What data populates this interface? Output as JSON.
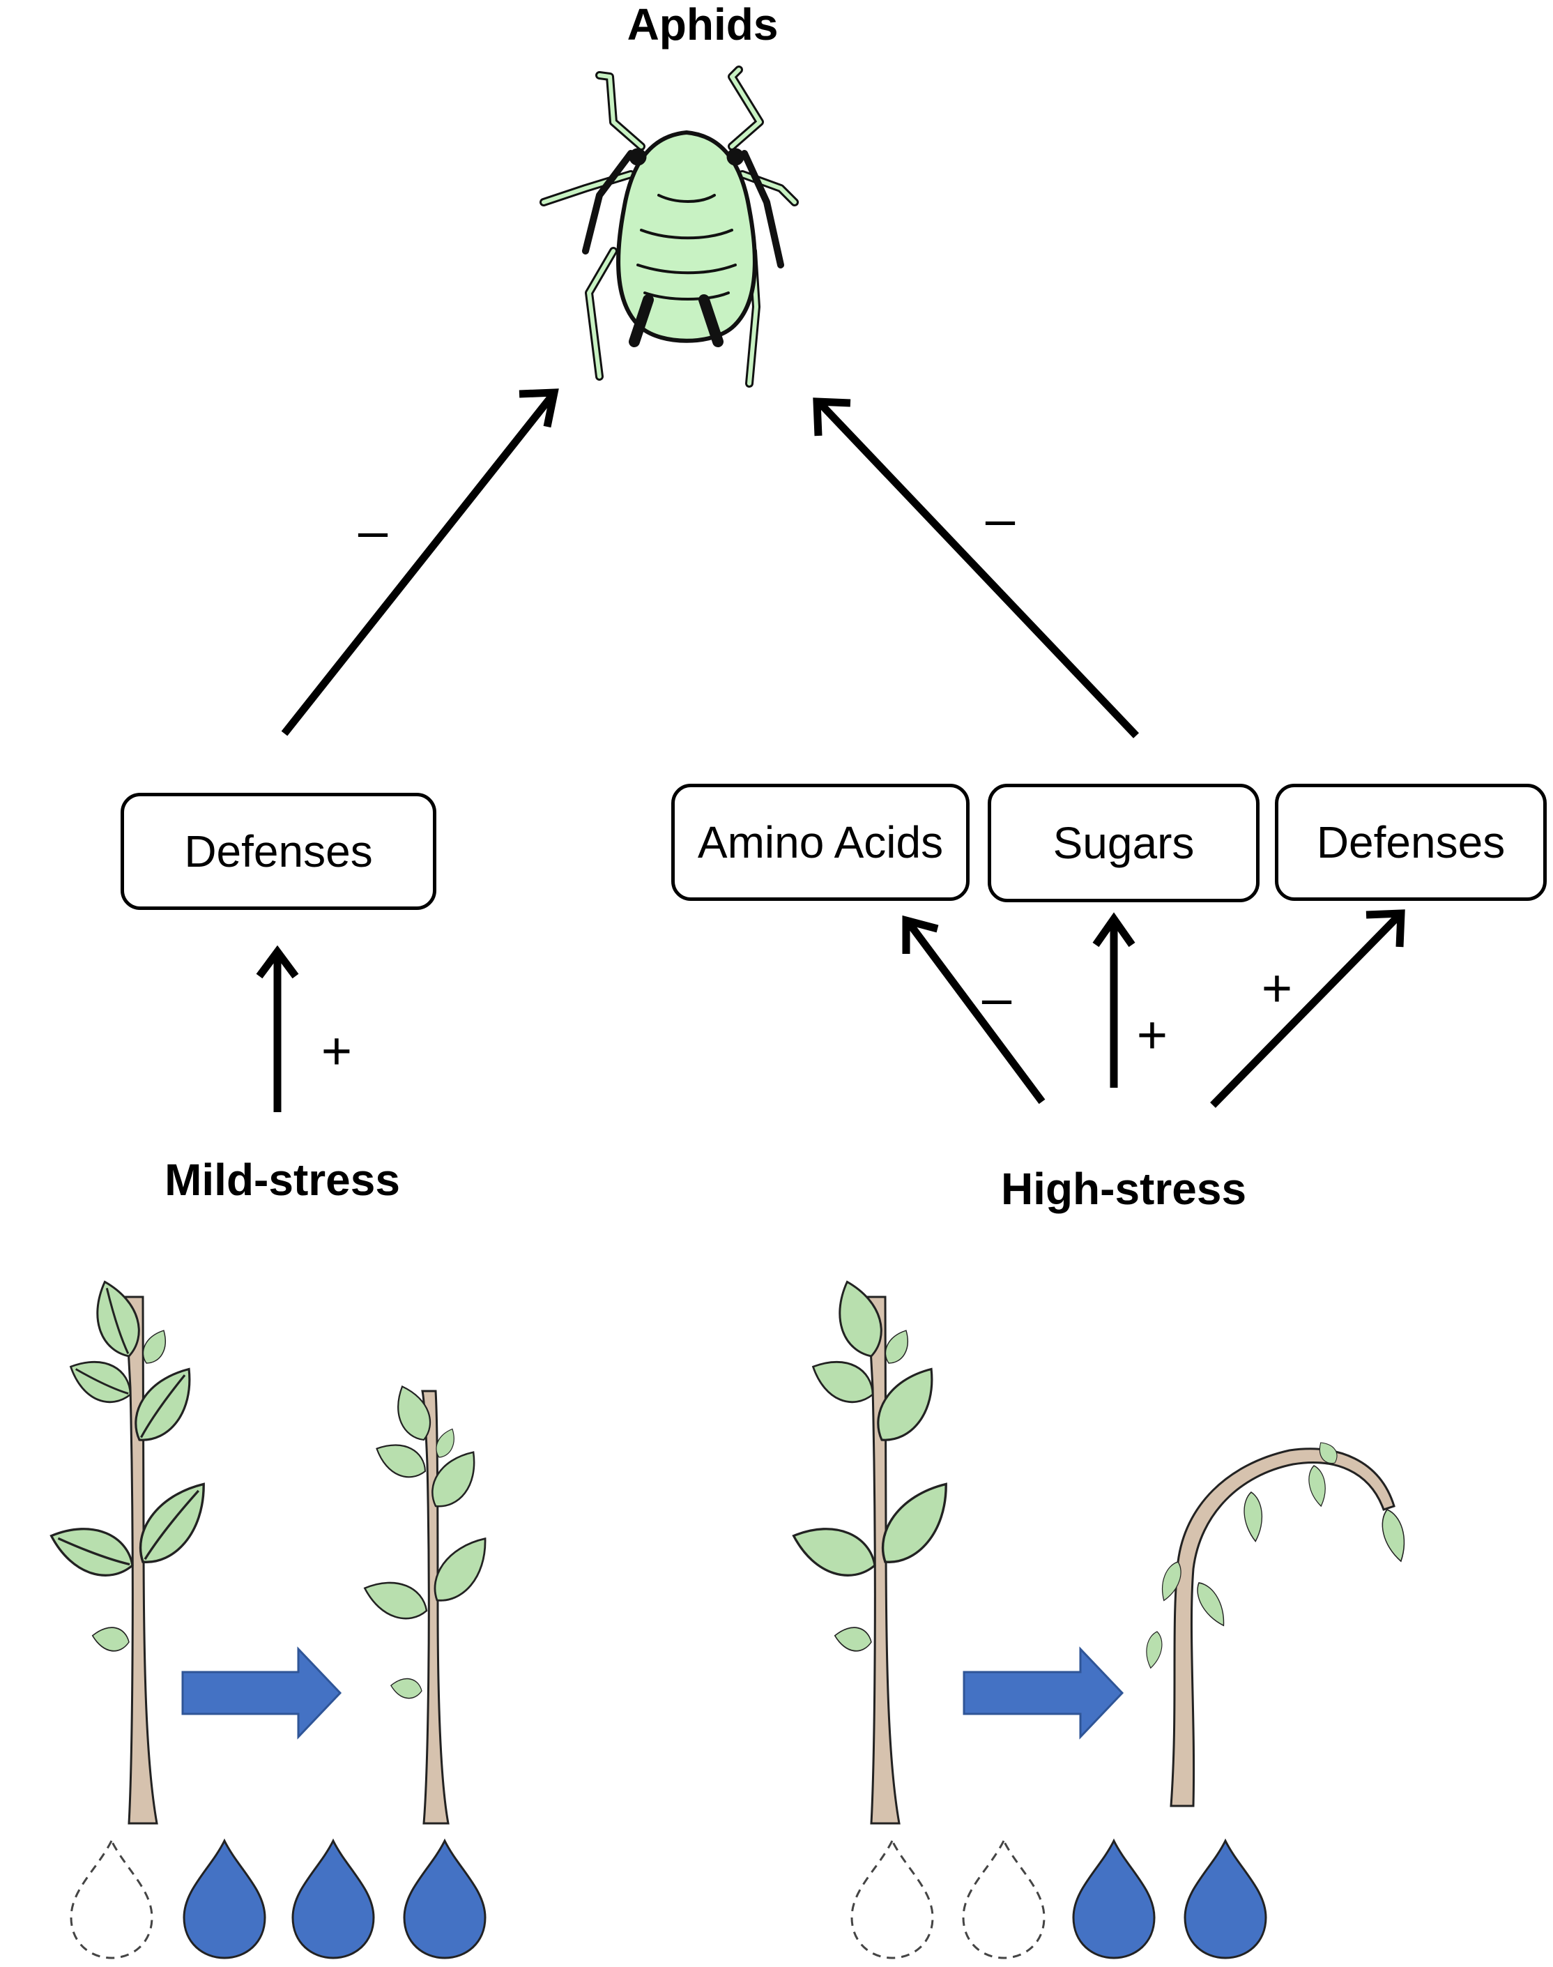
{
  "title": "Aphids",
  "groups": {
    "mild": {
      "label": "Mild-stress"
    },
    "high": {
      "label": "High-stress"
    }
  },
  "boxes": {
    "mild_defenses": "Defenses",
    "amino_acids": "Amino Acids",
    "sugars": "Sugars",
    "high_defenses": "Defenses"
  },
  "effects": {
    "mild_to_defenses": "+",
    "defenses_to_aphids": "–",
    "high_to_aphids": "–",
    "high_to_amino": "–",
    "high_to_sugars": "+",
    "high_to_defenses": "+"
  },
  "water_levels": {
    "mild": {
      "empty": 1,
      "filled": 3
    },
    "high": {
      "empty": 2,
      "filled": 2
    }
  },
  "colors": {
    "aphid_body": "#c8f2c3",
    "leaf": "#b8dfae",
    "stem": "#d6c2ae",
    "arrow_blue": "#4472c4",
    "drop_blue": "#4472c4"
  }
}
